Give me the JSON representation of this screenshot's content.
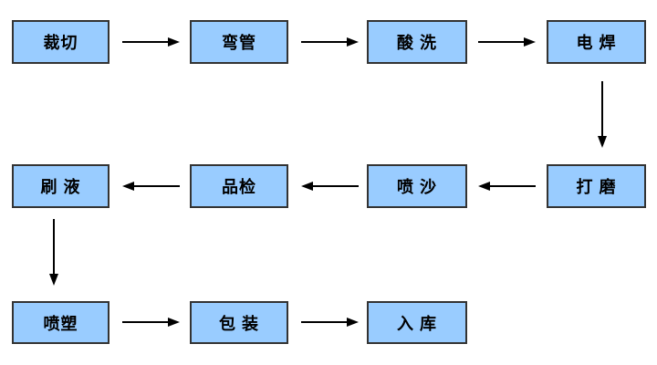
{
  "diagram": {
    "type": "flowchart",
    "description": "Pipe product manufacturing process flow",
    "nodes": [
      {
        "id": "cutting",
        "label": "裁切",
        "row": 1,
        "col": 1
      },
      {
        "id": "pipe-bending",
        "label": "弯管",
        "row": 1,
        "col": 2
      },
      {
        "id": "pickling",
        "label": "酸 洗",
        "row": 1,
        "col": 3
      },
      {
        "id": "welding",
        "label": "电 焊",
        "row": 1,
        "col": 4
      },
      {
        "id": "brushing",
        "label": "刷 液",
        "row": 2,
        "col": 1
      },
      {
        "id": "quality-inspection",
        "label": "品检",
        "row": 2,
        "col": 2
      },
      {
        "id": "sandblasting",
        "label": "喷 沙",
        "row": 2,
        "col": 3
      },
      {
        "id": "grinding",
        "label": "打 磨",
        "row": 2,
        "col": 4
      },
      {
        "id": "powder-coating",
        "label": "喷塑",
        "row": 3,
        "col": 1
      },
      {
        "id": "packing",
        "label": "包 装",
        "row": 3,
        "col": 2
      },
      {
        "id": "warehousing",
        "label": "入 库",
        "row": 3,
        "col": 3
      }
    ],
    "edges": [
      {
        "from": "cutting",
        "to": "pipe-bending",
        "direction": "right"
      },
      {
        "from": "pipe-bending",
        "to": "pickling",
        "direction": "right"
      },
      {
        "from": "pickling",
        "to": "welding",
        "direction": "right"
      },
      {
        "from": "welding",
        "to": "grinding",
        "direction": "down"
      },
      {
        "from": "grinding",
        "to": "sandblasting",
        "direction": "left"
      },
      {
        "from": "sandblasting",
        "to": "quality-inspection",
        "direction": "left"
      },
      {
        "from": "quality-inspection",
        "to": "brushing",
        "direction": "left"
      },
      {
        "from": "brushing",
        "to": "powder-coating",
        "direction": "down"
      },
      {
        "from": "powder-coating",
        "to": "packing",
        "direction": "right"
      },
      {
        "from": "packing",
        "to": "warehousing",
        "direction": "right"
      }
    ]
  },
  "colors": {
    "node-fill": "#99CCFF",
    "node-border": "#333333",
    "arrow": "#000000",
    "background": "#FFFFFF",
    "text": "#000000"
  }
}
